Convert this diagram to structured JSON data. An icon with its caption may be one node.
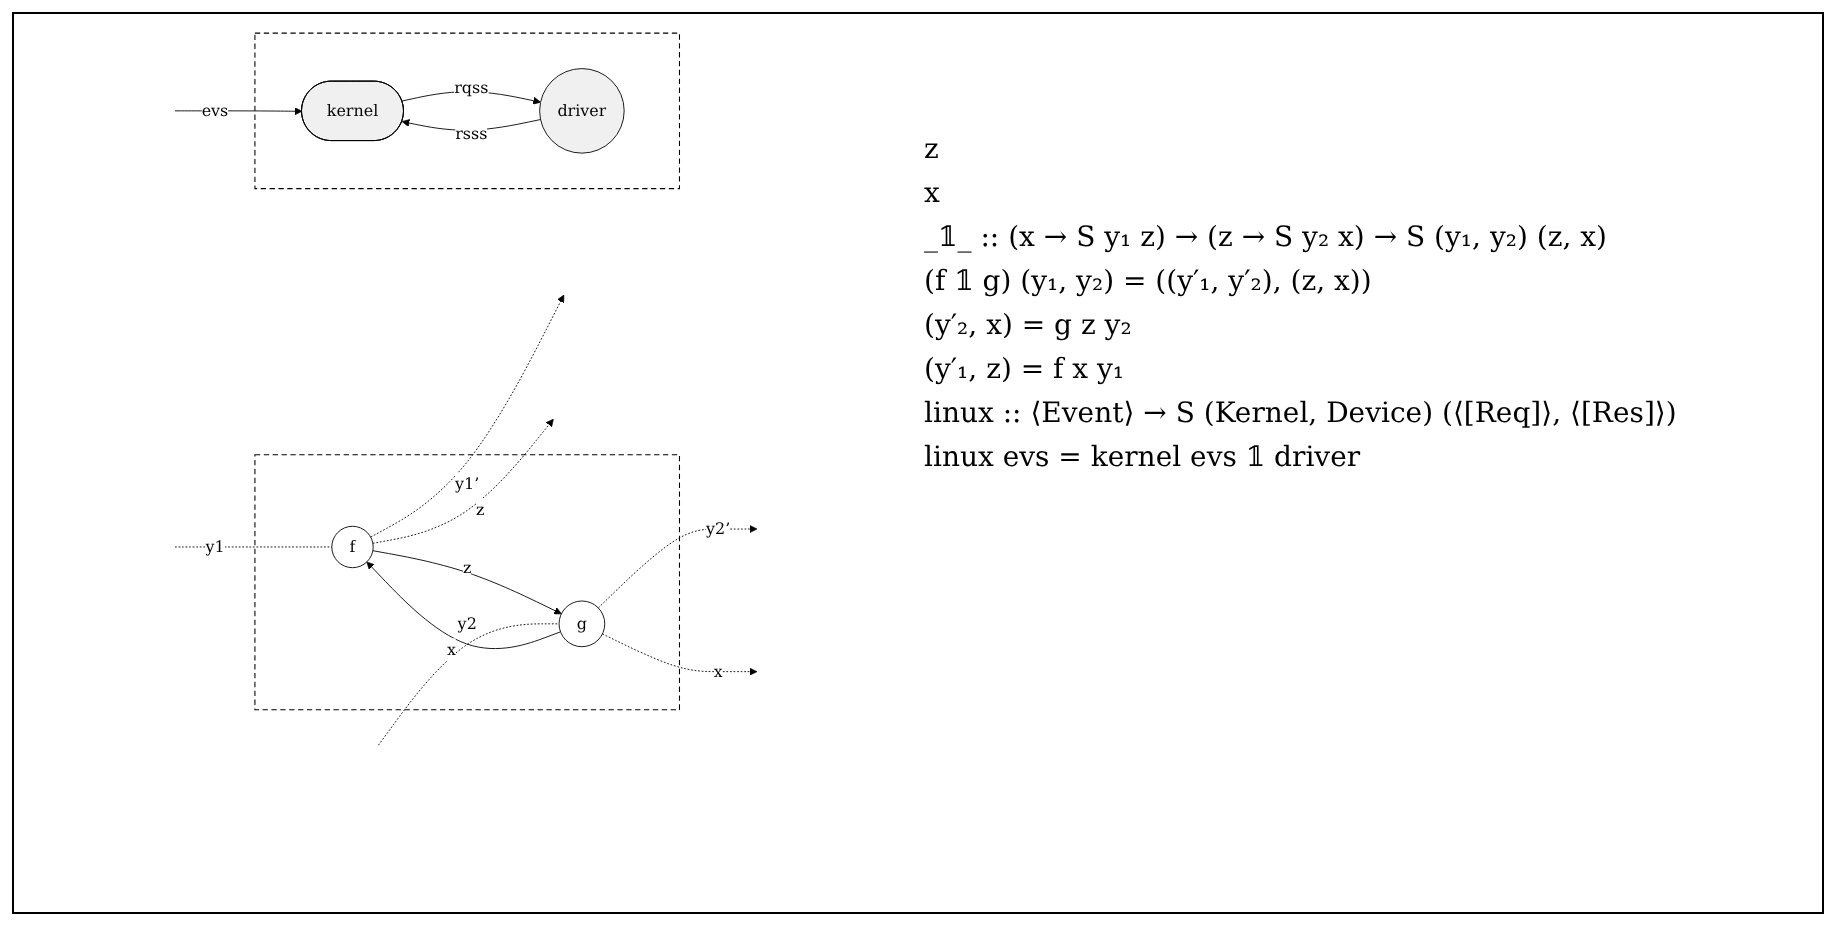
{
  "diagram": {
    "nodes": [
      {
        "text": [],
        "shape": "box"
      },
      {
        "text": [
          "f"
        ],
        "in": 0
      },
      {
        "text": [
          "g"
        ],
        "in": 0
      },
      {
        "text": [],
        "shape": "box"
      },
      {
        "text": [
          "kernel"
        ],
        "in": 3
      },
      {
        "text": [
          "driver"
        ],
        "in": 3
      }
    ],
    "edges": [
      {
        "from": null,
        "to": 1,
        "arrow": "none",
        "label": "y1",
        "style": "dashed"
      },
      {
        "from": 1,
        "to": null,
        "arrow": "to",
        "label": "y1’",
        "style": "dashed"
      },
      {
        "from": 1,
        "to": 2,
        "arrow": "to",
        "label": "z"
      },
      {
        "from": 2,
        "to": 1,
        "arrow": "to",
        "label": "x"
      },
      {
        "from": null,
        "to": 2,
        "arrow": "none",
        "label": "y2",
        "style": "dashed"
      },
      {
        "from": 2,
        "to": null,
        "arrow": "to",
        "label": "y2’",
        "style": "dashed"
      },
      {
        "from": 1,
        "to": null,
        "arrow": "to",
        "label": "z",
        "style": "dashed"
      },
      {
        "from": 2,
        "to": null,
        "arrow": "to",
        "label": "x",
        "style": "dashed"
      },
      {
        "from": null,
        "to": 4,
        "arrow": "to",
        "label": "evs"
      },
      {
        "from": 4,
        "to": 5,
        "arrow": "to",
        "label": "rqss"
      },
      {
        "from": 5,
        "to": 4,
        "arrow": "to",
        "label": "rsss"
      }
    ],
    "labels": [
      "z",
      "x",
      "_𝟙_ :: (x → S y₁ z) → (z → S y₂ x) → S (y₁, y₂) (z, x)",
      "(f 𝟙 g) (y₁, y₂) = ((y′₁, y′₂), (z, x))",
      "(y′₂, x) = g z y₂",
      "(y′₁, z) = f x y₁",
      "linux :: ⟨Event⟩ → S (Kernel, Device) (⟨[Req]⟩, ⟨[Res]⟩)",
      "linux evs = kernel evs 𝟙 driver"
    ]
  }
}
